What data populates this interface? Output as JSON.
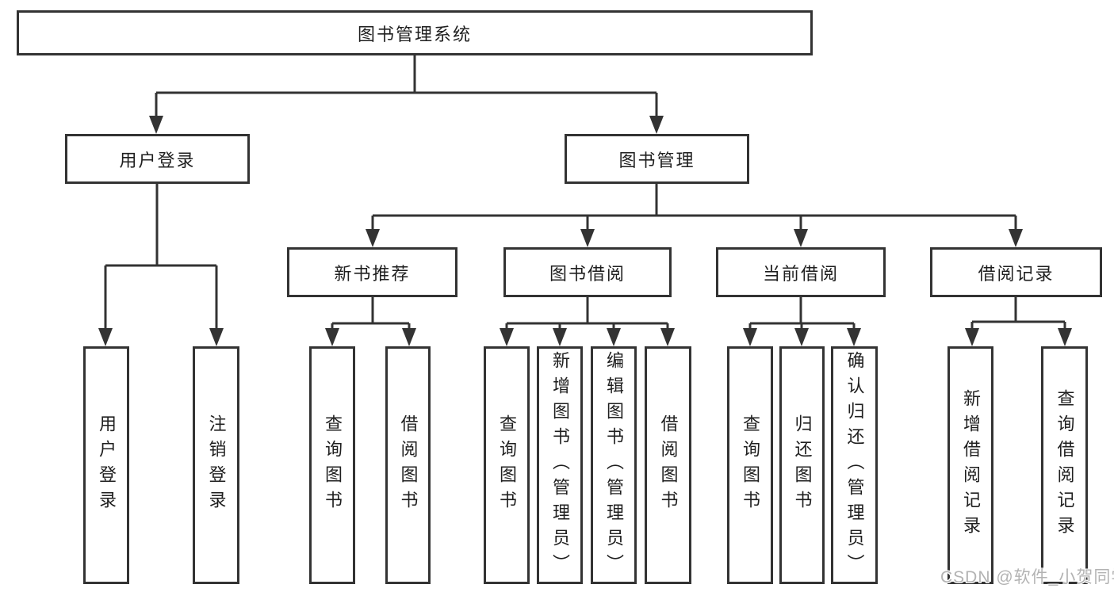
{
  "diagram": {
    "root": {
      "label": "图书管理系统"
    },
    "branches": {
      "user_login": {
        "label": "用户登录"
      },
      "book_management": {
        "label": "图书管理"
      }
    },
    "modules": {
      "new_book_recommend": {
        "label": "新书推荐"
      },
      "book_borrow": {
        "label": "图书借阅"
      },
      "current_borrow": {
        "label": "当前借阅"
      },
      "borrow_record": {
        "label": "借阅记录"
      }
    },
    "leaves": {
      "user_login_leaf": {
        "label": "用户登录"
      },
      "logout": {
        "label": "注销登录"
      },
      "recommend_query_book": {
        "label": "查询图书"
      },
      "recommend_borrow_book": {
        "label": "借阅图书"
      },
      "borrow_query_book": {
        "label": "查询图书"
      },
      "borrow_add_book_admin": {
        "label": "新增图书（管理员）"
      },
      "borrow_edit_book_admin": {
        "label": "编辑图书（管理员）"
      },
      "borrow_borrow_book": {
        "label": "借阅图书"
      },
      "current_query_book": {
        "label": "查询图书"
      },
      "current_return_book": {
        "label": "归还图书"
      },
      "current_confirm_return_admin": {
        "label": "确认归还（管理员）"
      },
      "record_add": {
        "label": "新增借阅记录"
      },
      "record_query": {
        "label": "查询借阅记录"
      }
    }
  },
  "watermark": {
    "text": "CSDN @软件_小贺同学"
  },
  "colors": {
    "line": "#333333",
    "box_border": "#333333",
    "background": "#ffffff",
    "text": "#1f1f1f",
    "watermark": "#b3b3b3"
  }
}
